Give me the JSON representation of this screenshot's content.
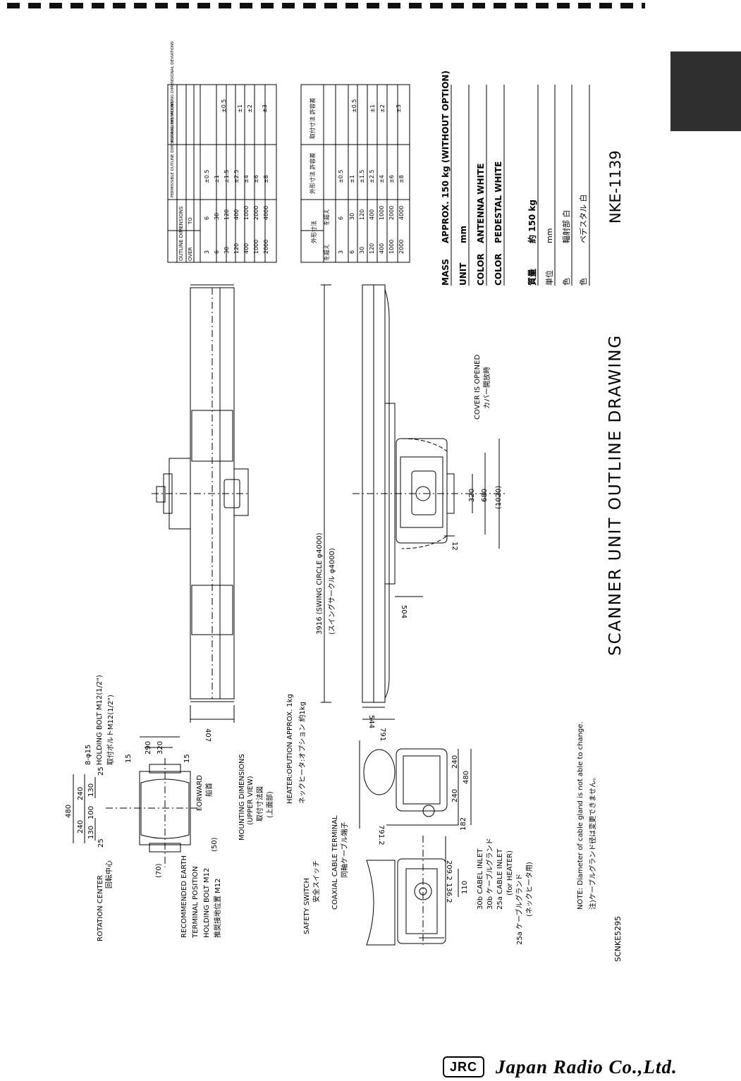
{
  "title": "SCANNER UNIT OUTLINE DRAWING",
  "model": "NKE-1139",
  "drawing_no": "SCNKE5295",
  "company": "Japan Radio Co.,Ltd.",
  "logo_mark": "JRC",
  "colors": {
    "ink": "#000000",
    "tab": "#2f2f2f",
    "paper": "#ffffff"
  },
  "specs_en": [
    {
      "label": "MASS",
      "value": "APPROX. 150 kg (WITHOUT OPTION)"
    },
    {
      "label": "UNIT",
      "value": "mm"
    },
    {
      "label": "COLOR",
      "value": "ANTENNA   WHITE"
    },
    {
      "label": "COLOR",
      "value": "PEDESTAL   WHITE"
    }
  ],
  "specs_jp": [
    {
      "label": "質量",
      "value": "約 150 kg"
    },
    {
      "label": "単位",
      "value": "mm"
    },
    {
      "label": "色",
      "value": "輻射部   白"
    },
    {
      "label": "色",
      "value": "ペデスタル   白"
    }
  ],
  "tolerance_table_en": {
    "header_outline": "OUTLINE DIMENSIONS",
    "header_over": "OVER",
    "header_to": "TO",
    "header_outline_dev": "PERMISSIBLE OUTLINE DIMENSIONAL DEVIATIONS",
    "header_mount_dev": "PERMISSIBLE MOUNTING DIMENSIONAL DEVIATIONS",
    "rows": [
      {
        "over": "3",
        "to": "6",
        "outline": "±0.5"
      },
      {
        "over": "6",
        "to": "30",
        "outline": "±1"
      },
      {
        "over": "30",
        "to": "120",
        "outline": "±1.5"
      },
      {
        "over": "120",
        "to": "400",
        "outline": "±2.5"
      },
      {
        "over": "400",
        "to": "1000",
        "outline": "±4"
      },
      {
        "over": "1000",
        "to": "2000",
        "outline": "±6"
      },
      {
        "over": "2000",
        "to": "4000",
        "outline": "±8"
      }
    ],
    "mount": [
      "±0.5",
      "±1",
      "±2",
      "±3"
    ]
  },
  "tolerance_table_jp": {
    "header_outline": "外形寸法",
    "header_over": "を超え",
    "header_to": "を超え",
    "header_outline_dev": "外形寸法 許容差",
    "header_mount_dev": "取付寸法 許容差"
  },
  "labels": {
    "rotation_center": "ROTATION CENTER",
    "rotation_center_jp": "回転中心",
    "earth_terminal_1": "RECOMMENDED EARTH",
    "earth_terminal_2": "TERMINAL POSITION",
    "earth_terminal_3": "HOLDING BOLT M12",
    "earth_terminal_jp": "推奨接地位置 M12",
    "holding_bolt_1": "8-φ15",
    "holding_bolt_2": "HOLDING BOLT M12(1/2\")",
    "holding_bolt_jp": "取付ボルトM12(1/2\")",
    "forward": "FORWARD",
    "forward_jp": "船首",
    "mounting_dims": "MOUNTING DIMENSIONS",
    "mounting_dims_2": "(UPPER VIEW)",
    "mounting_dims_jp": "取付寸法図",
    "mounting_dims_jp2": "(上面部)",
    "heater": "HEATER:OPUTION APPROX. 1kg",
    "heater_jp": "ネックヒータ:オプション 約1kg",
    "safety_switch": "SAFETY SWITCH",
    "safety_switch_jp": "安全スイッチ",
    "coaxial": "COAXIAL CABLE TERMINAL",
    "coaxial_jp": "同軸ケーブル端子",
    "cable_inlet_30": "30b CABEL INLET",
    "cable_inlet_30_jp": "30b ケーブルグランド",
    "cable_inlet_25": "25a CABLE INLET",
    "cable_inlet_25b": "(for HEATER)",
    "cable_inlet_25_jp": "25a ケーブルグランド",
    "cable_inlet_25_jp2": "(ネックヒータ用)",
    "note": "NOTE: Diameter of cable gland is not able to change.",
    "note_jp": "注)ケーブルグランド径は変更できません。",
    "swing_circle": "3916 (SWING CIRCLE φ4000)",
    "swing_circle_jp": "(スイングサークル φ4000)",
    "cover_opened": "COVER IS OPENED",
    "cover_opened_jp": "カバー開放時"
  },
  "dims": {
    "d480": "480",
    "d240a": "240",
    "d240b": "240",
    "d130a": "130",
    "d100": "100",
    "d130b": "130",
    "d25a": "25",
    "d25b": "25",
    "d70": "(70)",
    "d50": "(50)",
    "d15a": "15",
    "d15b": "15",
    "d290": "290",
    "d320": "320",
    "d407": "407",
    "d544": "544",
    "d791": "791",
    "d504": "504",
    "d12": "12",
    "d320b": "320",
    "d680": "680",
    "d1020": "(1020)",
    "d7912": "791.2",
    "d182": "182",
    "d240c": "240",
    "d240d": "240",
    "d480b": "480",
    "d2092": "209.2",
    "d1362": "136.2",
    "d110": "110"
  }
}
